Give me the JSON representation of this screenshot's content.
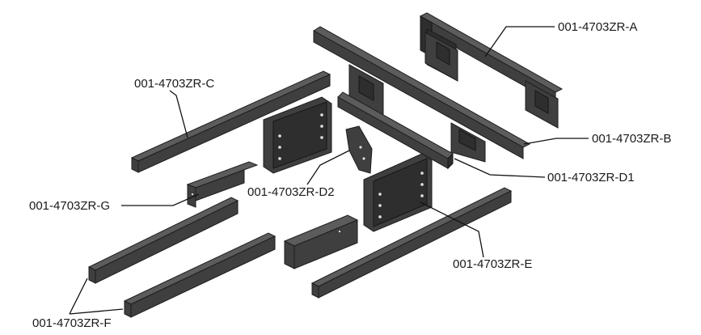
{
  "labels": {
    "a": "001-4703ZR-A",
    "b": "001-4703ZR-B",
    "c": "001-4703ZR-C",
    "d1": "001-4703ZR-D1",
    "d2": "001-4703ZR-D2",
    "e": "001-4703ZR-E",
    "f": "001-4703ZR-F",
    "g": "001-4703ZR-G"
  },
  "colors": {
    "part": "#3f3f3f",
    "edge": "#1e1e1e",
    "leader": "#111111",
    "text": "#1a1a1a"
  }
}
